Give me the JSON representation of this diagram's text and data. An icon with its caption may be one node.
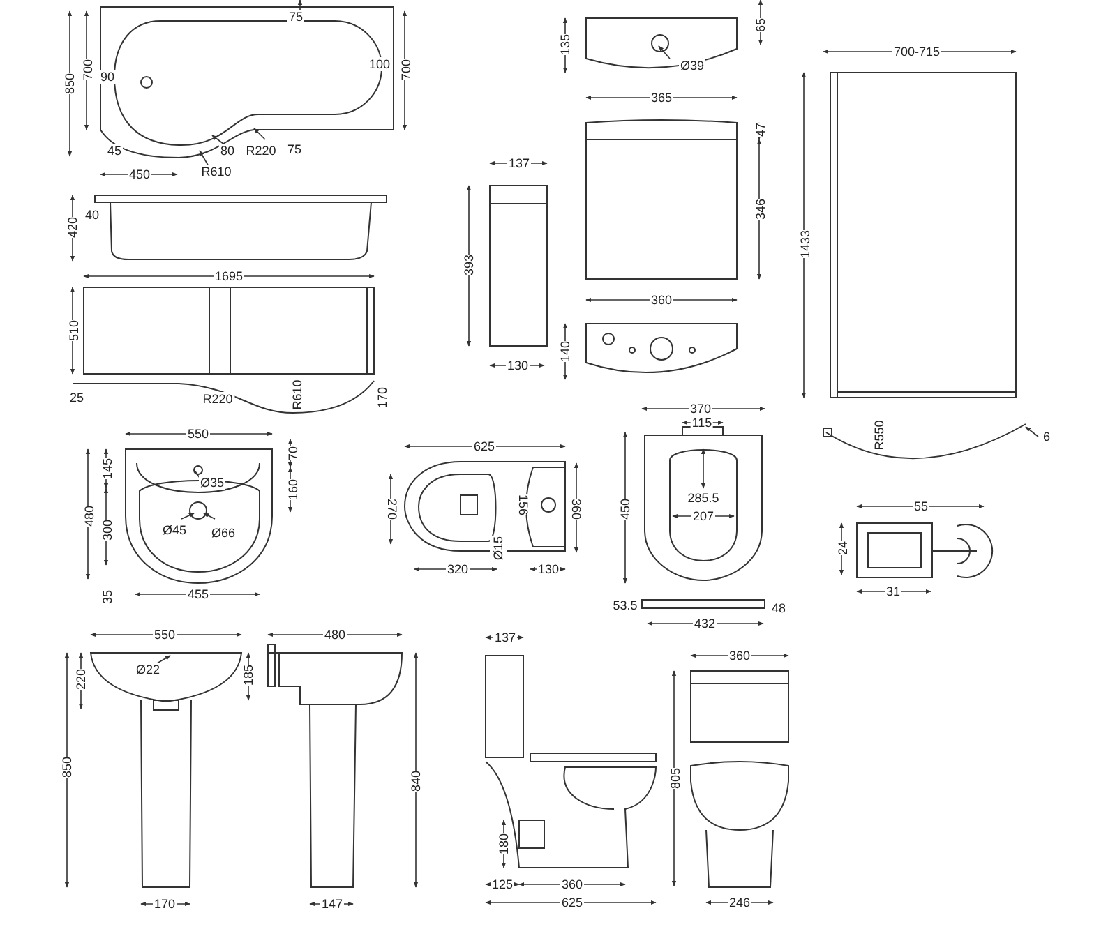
{
  "diagram": {
    "labels": [
      "75",
      "850",
      "700",
      "90",
      "100",
      "700",
      "45",
      "80",
      "R220",
      "75",
      "450",
      "R610",
      "40",
      "420",
      "1695",
      "510",
      "25",
      "R220",
      "R610",
      "170",
      "135",
      "65",
      "Ø39",
      "365",
      "47",
      "346",
      "137",
      "393",
      "130",
      "360",
      "140",
      "700-715",
      "1433",
      "R550",
      "6",
      "55",
      "24",
      "31",
      "550",
      "145",
      "70",
      "Ø35",
      "160",
      "480",
      "300",
      "Ø45",
      "Ø66",
      "35",
      "455",
      "625",
      "270",
      "156",
      "Ø15",
      "360",
      "320",
      "130",
      "370",
      "115",
      "450",
      "285.5",
      "207",
      "53.5",
      "48",
      "432",
      "550",
      "220",
      "Ø22",
      "185",
      "850",
      "170",
      "480",
      "840",
      "147",
      "137",
      "180",
      "125",
      "360",
      "625",
      "360",
      "805",
      "246"
    ]
  }
}
